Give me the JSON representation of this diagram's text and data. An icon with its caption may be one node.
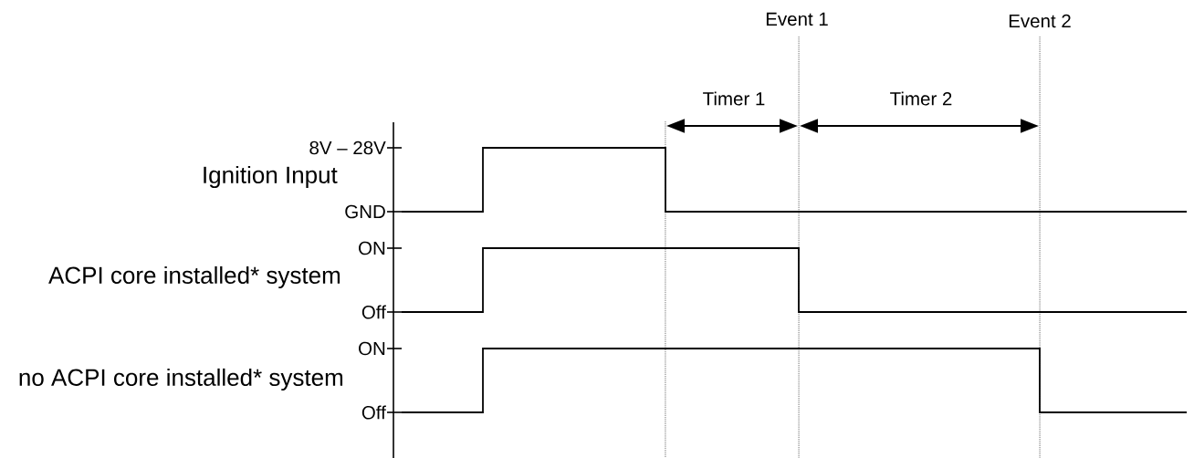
{
  "diagram": {
    "labels": [
      "Event 1",
      "Event 2",
      "Timer 1",
      "Timer 2",
      "8V – 28V",
      "Ignition Input",
      "GND",
      "ON",
      "ACPI core installed* system",
      "Off",
      "ON",
      "no ACPI core installed* system",
      "Off"
    ]
  }
}
